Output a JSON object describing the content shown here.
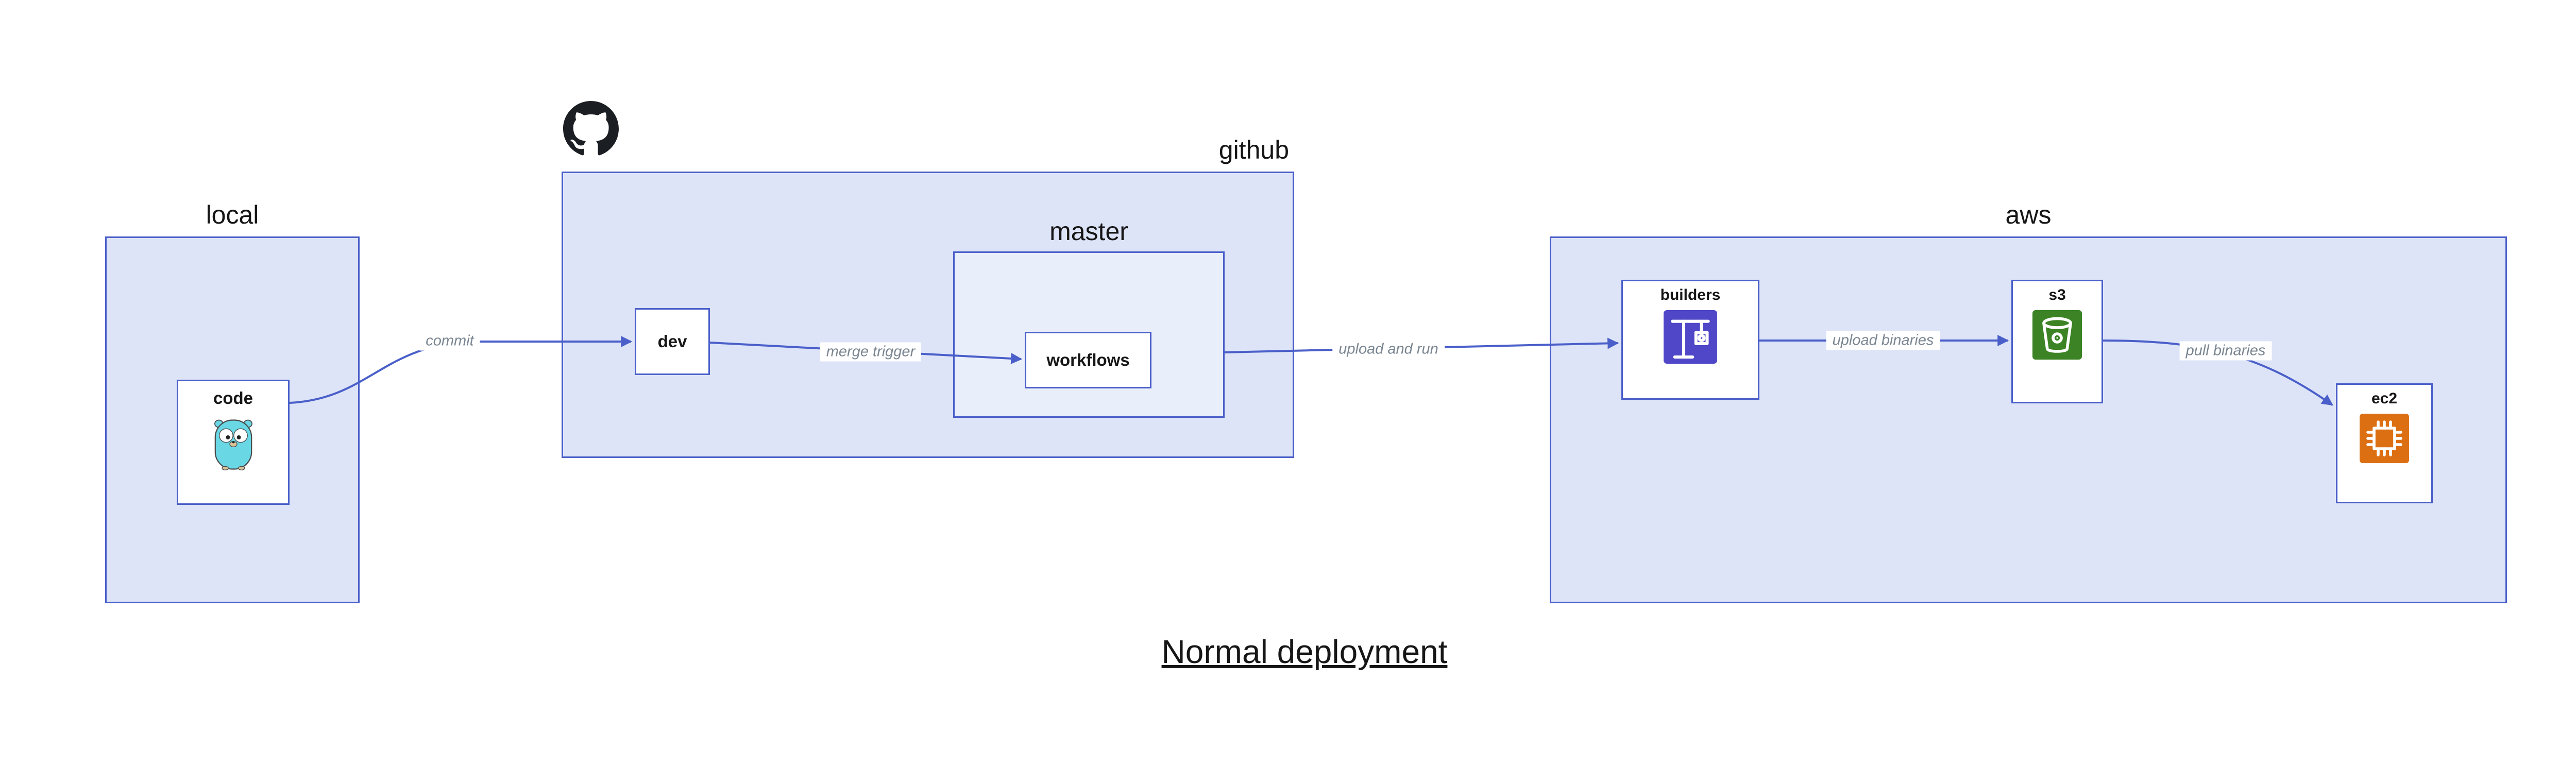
{
  "title": "Normal deployment",
  "groups": {
    "local": {
      "label": "local"
    },
    "github": {
      "label": "github"
    },
    "master": {
      "label": "master"
    },
    "aws": {
      "label": "aws"
    }
  },
  "nodes": {
    "code": {
      "label": "code"
    },
    "dev": {
      "label": "dev"
    },
    "workflows": {
      "label": "workflows"
    },
    "builders": {
      "label": "builders"
    },
    "s3": {
      "label": "s3"
    },
    "ec2": {
      "label": "ec2"
    }
  },
  "edges": {
    "commit": {
      "label": "commit"
    },
    "merge_trigger": {
      "label": "merge trigger"
    },
    "upload_and_run": {
      "label": "upload and run"
    },
    "upload_binaries": {
      "label": "upload binaries"
    },
    "pull_binaries": {
      "label": "pull binaries"
    }
  },
  "icons": {
    "code": "go-gopher-icon",
    "github": "github-octocat-icon",
    "builders": "codebuild-crane-icon",
    "s3": "s3-bucket-icon",
    "ec2": "ec2-chip-icon"
  },
  "colors": {
    "canvas_bg": "#ffffff",
    "group_fill": "#dde4f8",
    "master_fill": "#e9eefb",
    "group_border": "#4a5fc9",
    "node_fill": "#ffffff",
    "arrow": "#4a5fc9",
    "edge_label": "#7a8691",
    "text": "#161616",
    "codebuild_purple": "#4f46c8",
    "s3_green": "#3c8325",
    "ec2_orange": "#dd6f13",
    "gopher_blue": "#6ad7e5",
    "github_black": "#1b1f23"
  }
}
